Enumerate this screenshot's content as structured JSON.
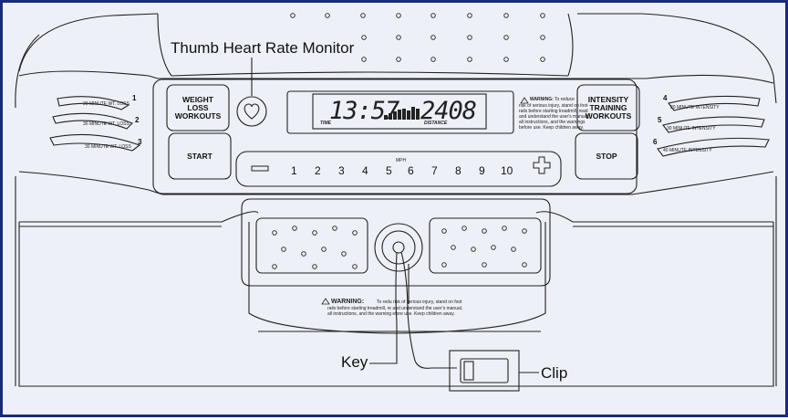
{
  "callouts": {
    "heart_rate": "Thumb Heart Rate Monitor",
    "key": "Key",
    "clip": "Clip"
  },
  "buttons": {
    "weight_loss": [
      "WEIGHT",
      "LOSS",
      "WORKOUTS"
    ],
    "start": "START",
    "intensity": [
      "INTENSITY",
      "TRAINING",
      "WORKOUTS"
    ],
    "stop": "STOP"
  },
  "display": {
    "time_value": "13:57",
    "distance_value": "2408",
    "time_label": "TIME",
    "distance_label": "DISTANCE",
    "warning_title": "WARNING:",
    "warning_text": [
      "To reduce",
      "risk of serious injury, stand on foot",
      "rails before starting treadmill, read",
      "and understand the user's manual,",
      "all instructions, and the warnings",
      "before use. Keep children away."
    ]
  },
  "speed": {
    "unit": "MPH",
    "values": [
      "1",
      "2",
      "3",
      "4",
      "5",
      "6",
      "7",
      "8",
      "9",
      "10"
    ],
    "minus": "−",
    "plus": "+"
  },
  "workouts_left": [
    {
      "num": "1",
      "label": "30 MINUTE WT. LOSS"
    },
    {
      "num": "2",
      "label": "30 MINUTE WT. LOSS"
    },
    {
      "num": "3",
      "label": "30 MINUTE WT. LOSS"
    }
  ],
  "workouts_right": [
    {
      "num": "4",
      "label": "20 MINUTE INTENSITY"
    },
    {
      "num": "5",
      "label": "30 MINUTE INTENSITY"
    },
    {
      "num": "6",
      "label": "40 MINUTE INTENSITY"
    }
  ],
  "deck_warning": {
    "title": "WARNING:",
    "line1": "To redu   risk of serious injury, stand on foot",
    "line2": "rails before starting treadmill, re   and understand the user's manual,",
    "line3": "all instructions, and the warning   efore use.     Keep children away."
  },
  "colors": {
    "frame": "#1a2a7a",
    "panel": "#eef0f8",
    "line": "#222222"
  }
}
